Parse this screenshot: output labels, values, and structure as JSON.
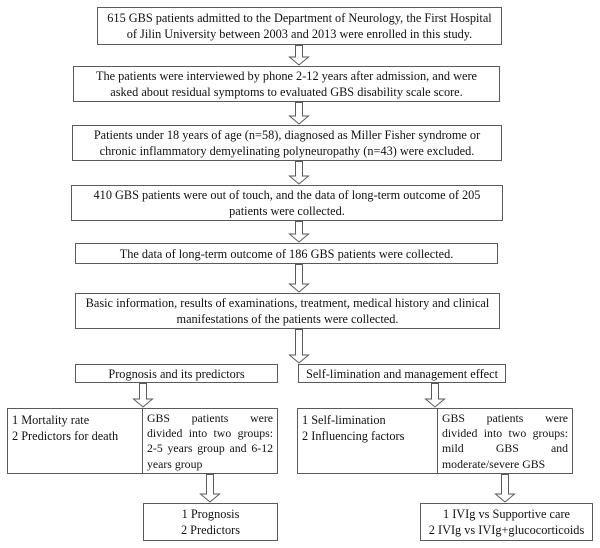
{
  "figure": {
    "title": "GBS study patient flow diagram",
    "colors": {
      "background": "#ffffff",
      "box_border": "#5a5a5a",
      "text": "#111111",
      "arrow_outline": "#5a5a5a",
      "arrow_fill": "#ffffff"
    },
    "icons": {
      "flow_arrow": "down-block-arrow"
    },
    "steps": [
      {
        "text": "615 GBS patients admitted to the Department of Neurology, the First Hospital of Jilin University between 2003 and 2013 were enrolled in this study."
      },
      {
        "text": "The patients were interviewed by phone 2-12 years after admission, and were asked about residual symptoms to evaluated GBS disability scale score."
      },
      {
        "text": "Patients under 18 years of age (n=58), diagnosed as Miller Fisher syndrome or chronic inflammatory demyelinating polyneuropathy (n=43) were excluded."
      },
      {
        "text": "410 GBS patients were out of touch, and the data of long-term outcome of 205 patients were collected."
      },
      {
        "text": "The data of long-term outcome of 186 GBS patients were collected."
      },
      {
        "text": "Basic information, results of examinations, treatment, medical history and clinical manifestations of the patients were collected."
      }
    ],
    "branches": {
      "left": {
        "header": "Prognosis and its predictors",
        "outcomes": "1 Mortality rate\n2 Predictors for death",
        "grouping": "GBS patients were divided into two groups: 2-5 years group and 6-12 years group",
        "result": "1 Prognosis\n2 Predictors"
      },
      "right": {
        "header": "Self-limination and management effect",
        "outcomes": "1 Self-limination\n2 Influencing factors",
        "grouping": "GBS patients were divided into two groups: mild GBS and moderate/severe GBS",
        "result": "1 IVIg vs Supportive care\n2 IVIg vs IVIg+glucocorticoids"
      }
    }
  }
}
